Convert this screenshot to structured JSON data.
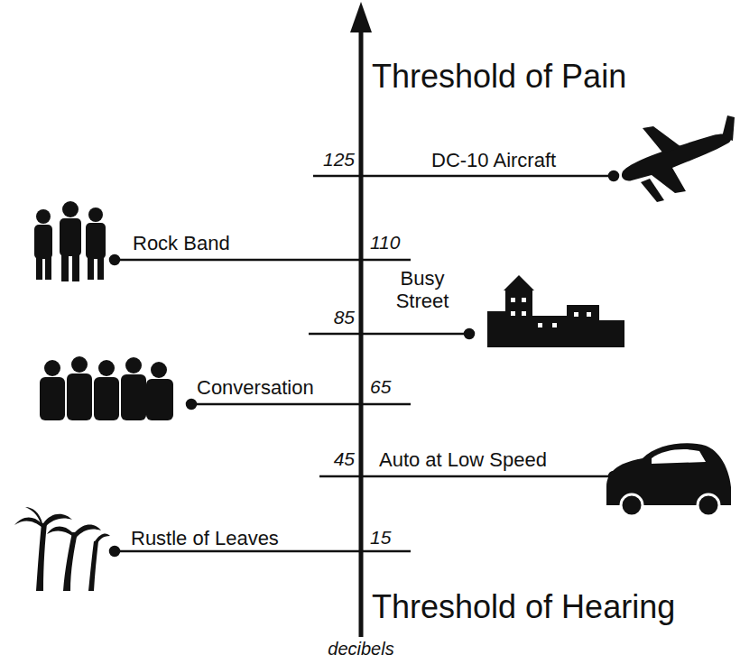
{
  "diagram": {
    "labels": [
      "Threshold of Pain",
      "125",
      "DC-10 Aircraft",
      "Rock Band",
      "110",
      "Busy Street",
      "85",
      "Conversation",
      "65",
      "45",
      "Auto at Low Speed",
      "Rustle of Leaves",
      "15",
      "Threshold of Hearing",
      "decibels"
    ]
  }
}
